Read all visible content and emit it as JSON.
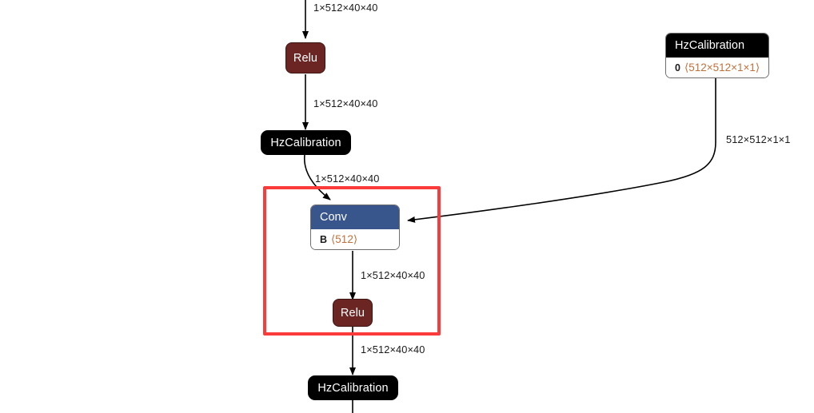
{
  "diagram": {
    "type": "neural-network-graph",
    "title": "",
    "background_color": "#ffffff",
    "colors": {
      "relu_fill": "#6b2523",
      "hzcalibration_fill": "#000000",
      "conv_header_fill": "#38558c",
      "node_body_fill": "#ffffff",
      "attr_value_color": "#c2703a",
      "highlight_border": "#fb3b3b",
      "edge_color": "#000000",
      "node_text_color": "#ffffff"
    },
    "nodes": [
      {
        "id": "relu-top",
        "kind": "simple",
        "label": "Relu",
        "style": "relu"
      },
      {
        "id": "hzcalibration-upper",
        "kind": "simple",
        "label": "HzCalibration",
        "style": "hz"
      },
      {
        "id": "hzcalibration-weights",
        "kind": "box",
        "label": "HzCalibration",
        "header_style": "black",
        "attr_key": "0",
        "attr_value": "⟨512×512×1×1⟩"
      },
      {
        "id": "conv",
        "kind": "box",
        "label": "Conv",
        "header_style": "conv",
        "attr_key": "B",
        "attr_value": "⟨512⟩"
      },
      {
        "id": "relu-inner",
        "kind": "simple",
        "label": "Relu",
        "style": "relu"
      },
      {
        "id": "hzcalibration-lower",
        "kind": "simple",
        "label": "HzCalibration",
        "style": "hz"
      }
    ],
    "edge_labels": [
      {
        "id": "edge-label-top",
        "text": "1×512×40×40"
      },
      {
        "id": "edge-label-relu-hz",
        "text": "1×512×40×40"
      },
      {
        "id": "edge-label-hz-conv",
        "text": "1×512×40×40"
      },
      {
        "id": "edge-label-weights",
        "text": "512×512×1×1"
      },
      {
        "id": "edge-label-conv-relu",
        "text": "1×512×40×40"
      },
      {
        "id": "edge-label-relu-hz2",
        "text": "1×512×40×40"
      }
    ],
    "highlight": {
      "id": "selection-highlight",
      "label": "selected-subgraph"
    }
  }
}
